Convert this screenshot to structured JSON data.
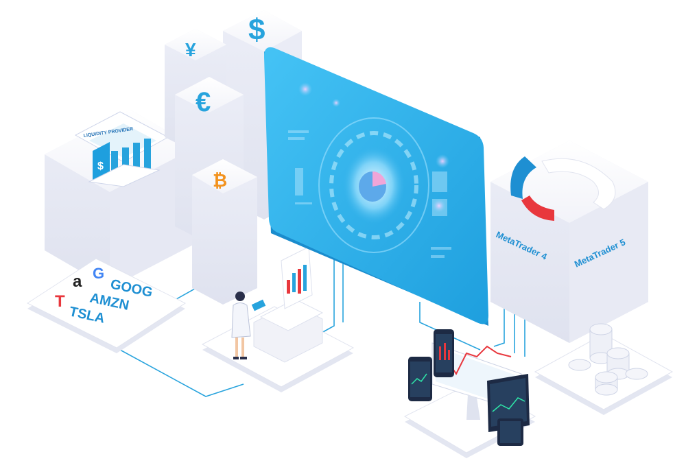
{
  "bank_label": "LIQUIDITY PROVIDER",
  "bank_symbol": "$",
  "stocks": [
    {
      "logo": "G",
      "ticker": "GOOG"
    },
    {
      "logo": "a",
      "ticker": "AMZN"
    },
    {
      "logo": "T",
      "ticker": "TSLA"
    }
  ],
  "currencies": {
    "dollar": "$",
    "yen": "¥",
    "euro": "€",
    "bitcoin": "₿"
  },
  "platforms": {
    "mt4": "MetaTrader 4",
    "mt5": "MetaTrader 5"
  },
  "colors": {
    "accent": "#27a3dd",
    "screen": "#34b4ec",
    "red": "#e8373d",
    "base": "#eef0f7",
    "shadow": "#d9ddeb"
  }
}
